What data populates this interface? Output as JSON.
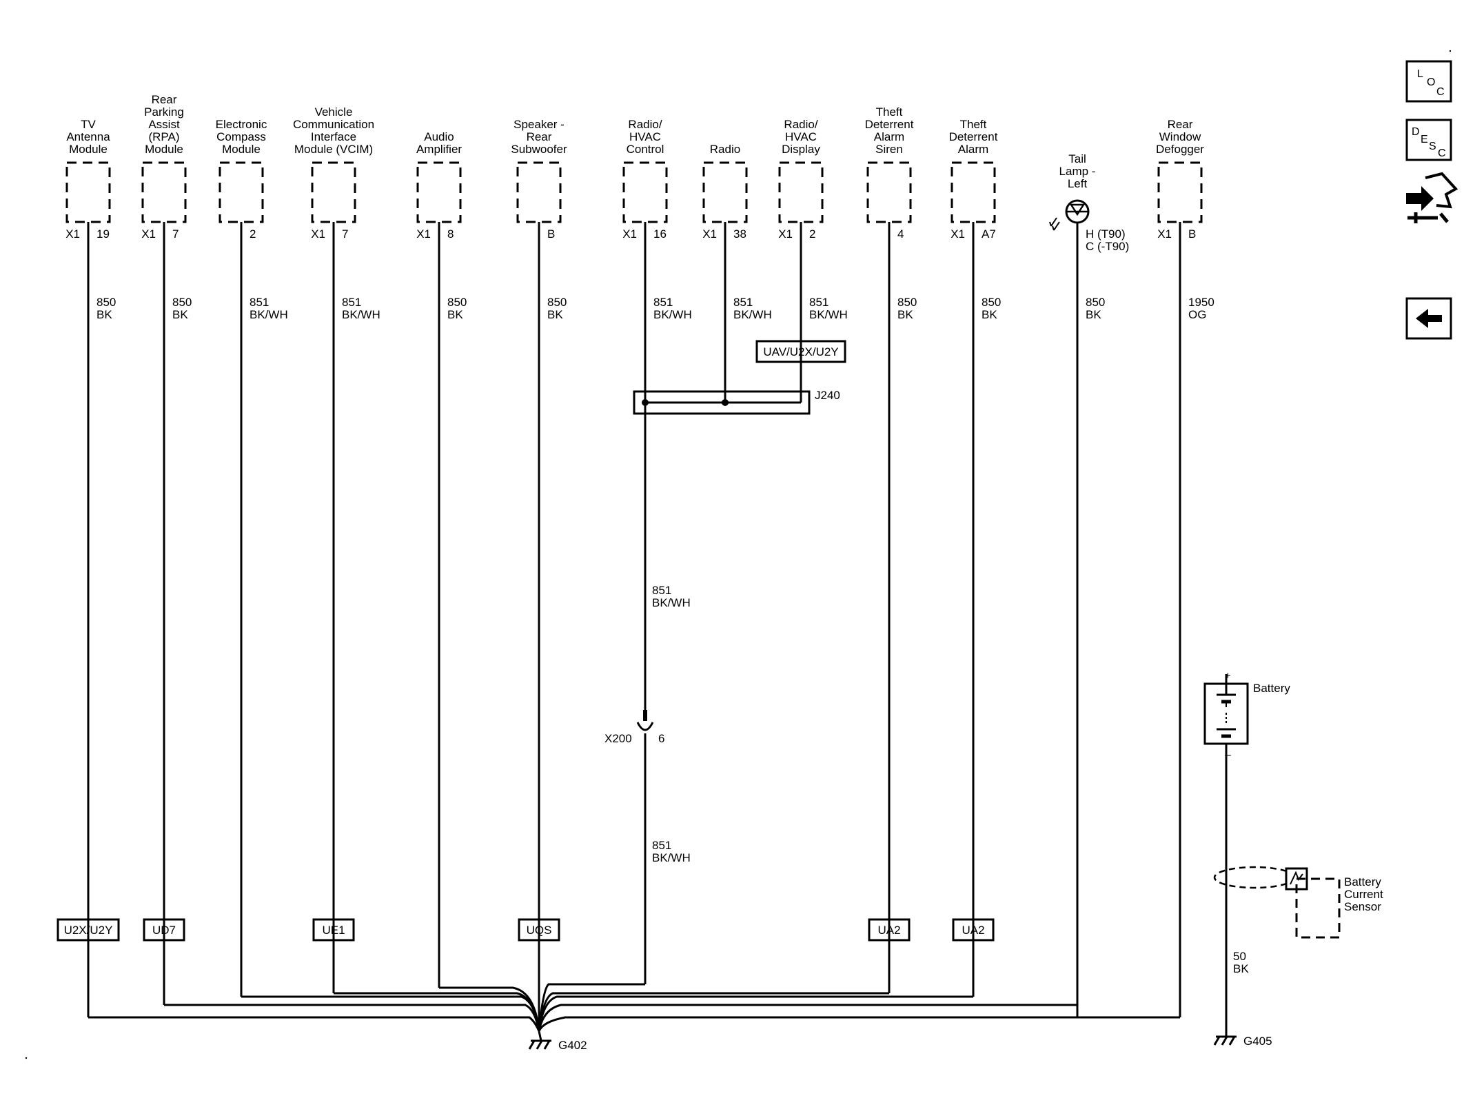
{
  "components": [
    {
      "label_lines": [
        "TV",
        "Antenna",
        "Module"
      ],
      "connector": "X1",
      "pin": "19",
      "circuit": "850",
      "color": "BK",
      "option": "U2X/U2Y"
    },
    {
      "label_lines": [
        "Rear",
        "Parking",
        "Assist",
        "(RPA)",
        "Module"
      ],
      "connector": "X1",
      "pin": "7",
      "circuit": "850",
      "color": "BK",
      "option": "UD7"
    },
    {
      "label_lines": [
        "Electronic",
        "Compass",
        "Module"
      ],
      "connector": "",
      "pin": "2",
      "circuit": "851",
      "color": "BK/WH",
      "option": ""
    },
    {
      "label_lines": [
        "Vehicle",
        "Communication",
        "Interface",
        "Module (VCIM)"
      ],
      "connector": "X1",
      "pin": "7",
      "circuit": "851",
      "color": "BK/WH",
      "option": "UE1"
    },
    {
      "label_lines": [
        "Audio",
        "Amplifier"
      ],
      "connector": "X1",
      "pin": "8",
      "circuit": "850",
      "color": "BK",
      "option": ""
    },
    {
      "label_lines": [
        "Speaker -",
        "Rear",
        "Subwoofer"
      ],
      "connector": "",
      "pin": "B",
      "circuit": "850",
      "color": "BK",
      "option": "UQS"
    },
    {
      "label_lines": [
        "Radio/",
        "HVAC",
        "Control"
      ],
      "connector": "X1",
      "pin": "16",
      "circuit": "851",
      "color": "BK/WH",
      "option": ""
    },
    {
      "label_lines": [
        "Radio"
      ],
      "connector": "X1",
      "pin": "38",
      "circuit": "851",
      "color": "BK/WH",
      "option": ""
    },
    {
      "label_lines": [
        "Radio/",
        "HVAC",
        "Display"
      ],
      "connector": "X1",
      "pin": "2",
      "circuit": "851",
      "color": "BK/WH",
      "option": "UAV/U2X/U2Y"
    },
    {
      "label_lines": [
        "Theft",
        "Deterrent",
        "Alarm",
        "Siren"
      ],
      "connector": "",
      "pin": "4",
      "circuit": "850",
      "color": "BK",
      "option": "UA2"
    },
    {
      "label_lines": [
        "Theft",
        "Deterrent",
        "Alarm"
      ],
      "connector": "X1",
      "pin": "A7",
      "circuit": "850",
      "color": "BK",
      "option": "UA2"
    },
    {
      "label_lines": [
        "Tail",
        "Lamp -",
        "Left"
      ],
      "connector": "",
      "pin": "H (T90)",
      "pin2": "C (-T90)",
      "circuit": "850",
      "color": "BK",
      "option": ""
    },
    {
      "label_lines": [
        "Rear",
        "Window",
        "Defogger"
      ],
      "connector": "X1",
      "pin": "B",
      "circuit": "1950",
      "color": "OG",
      "option": ""
    }
  ],
  "splice": {
    "name": "J240"
  },
  "inline_connector": {
    "name": "X200",
    "pin": "6"
  },
  "radio_control_lower_wires": [
    {
      "circuit": "851",
      "color": "BK/WH"
    },
    {
      "circuit": "851",
      "color": "BK/WH"
    }
  ],
  "grounds": {
    "main": "G402",
    "battery": "G405"
  },
  "battery": {
    "label": "Battery",
    "plus": "+",
    "minus": "–",
    "circuit": "50",
    "color": "BK"
  },
  "battery_sensor": {
    "label_lines": [
      "Battery",
      "Current",
      "Sensor"
    ]
  },
  "nav_icons": {
    "loc": {
      "letters": [
        "L",
        "O",
        "C"
      ],
      "icon": "location-icon"
    },
    "desc": {
      "letters": [
        "D",
        "E",
        "S",
        "C"
      ],
      "icon": "description-icon"
    },
    "connector_icon": "connector-repair-icon",
    "back_icon": "back-arrow-icon"
  }
}
